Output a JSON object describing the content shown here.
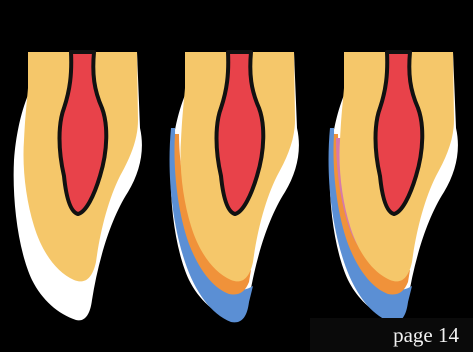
{
  "colors": {
    "background": "#000000",
    "dentin": "#f5c76a",
    "pulp": "#e8424a",
    "enamel": "#ffffff",
    "blue_layer": "#5b8fd4",
    "orange_layer": "#f0923a",
    "pink_layer": "#d77aa8",
    "outline": "#111111"
  },
  "teeth": [
    {
      "layers": [
        "enamel"
      ]
    },
    {
      "layers": [
        "blue_layer",
        "orange_layer",
        "enamel"
      ]
    },
    {
      "layers": [
        "blue_layer",
        "orange_layer",
        "pink_layer",
        "enamel"
      ]
    }
  ],
  "footer": {
    "page_label": "page 14"
  }
}
